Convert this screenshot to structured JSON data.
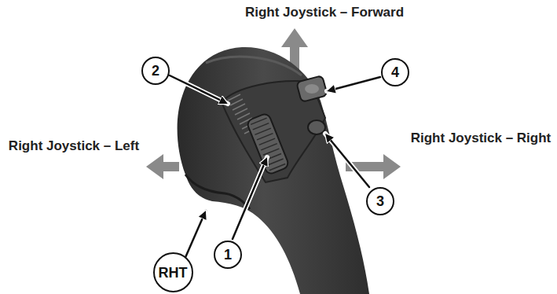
{
  "diagram": {
    "nodes": [
      {
        "text": [
          "2"
        ]
      },
      {
        "text": [
          "4"
        ]
      },
      {
        "text": [
          "3"
        ]
      },
      {
        "text": [
          "1"
        ]
      },
      {
        "text": [
          "RHT"
        ]
      }
    ],
    "labels": [
      "Right Joystick – Forward",
      "Right Joystick – Left",
      "Right Joystick – Right"
    ]
  }
}
